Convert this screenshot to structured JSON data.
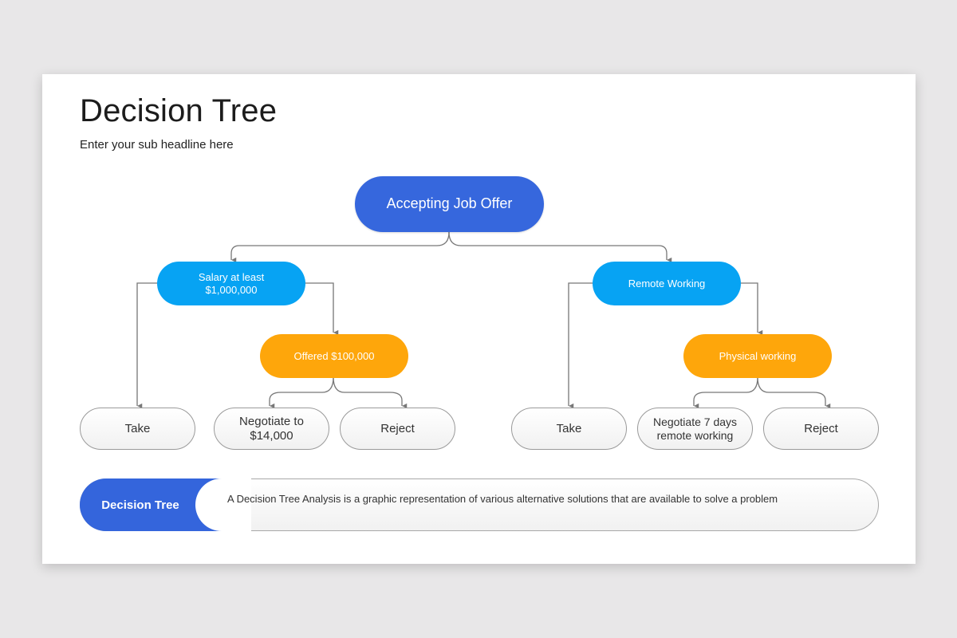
{
  "title": "Decision Tree",
  "subtitle": "Enter your sub headline here",
  "tree": {
    "root": "Accepting Job Offer",
    "left": {
      "criterion": "Salary at least\n$1,000,000",
      "direct_leaf": "Take",
      "sub_criterion": "Offered $100,000",
      "outcomes": [
        "Negotiate to\n$14,000",
        "Reject"
      ]
    },
    "right": {
      "criterion": "Remote Working",
      "direct_leaf": "Take",
      "sub_criterion": "Physical working",
      "outcomes": [
        "Negotiate 7 days\nremote working",
        "Reject"
      ]
    }
  },
  "footer": {
    "label": "Decision Tree",
    "text": "A Decision Tree Analysis is a graphic representation  of various alternative solutions that are available to solve a problem"
  },
  "colors": {
    "root": "#3667dd",
    "criterion": "#07a3f3",
    "sub_criterion": "#fea60b",
    "connector": "#777777"
  }
}
